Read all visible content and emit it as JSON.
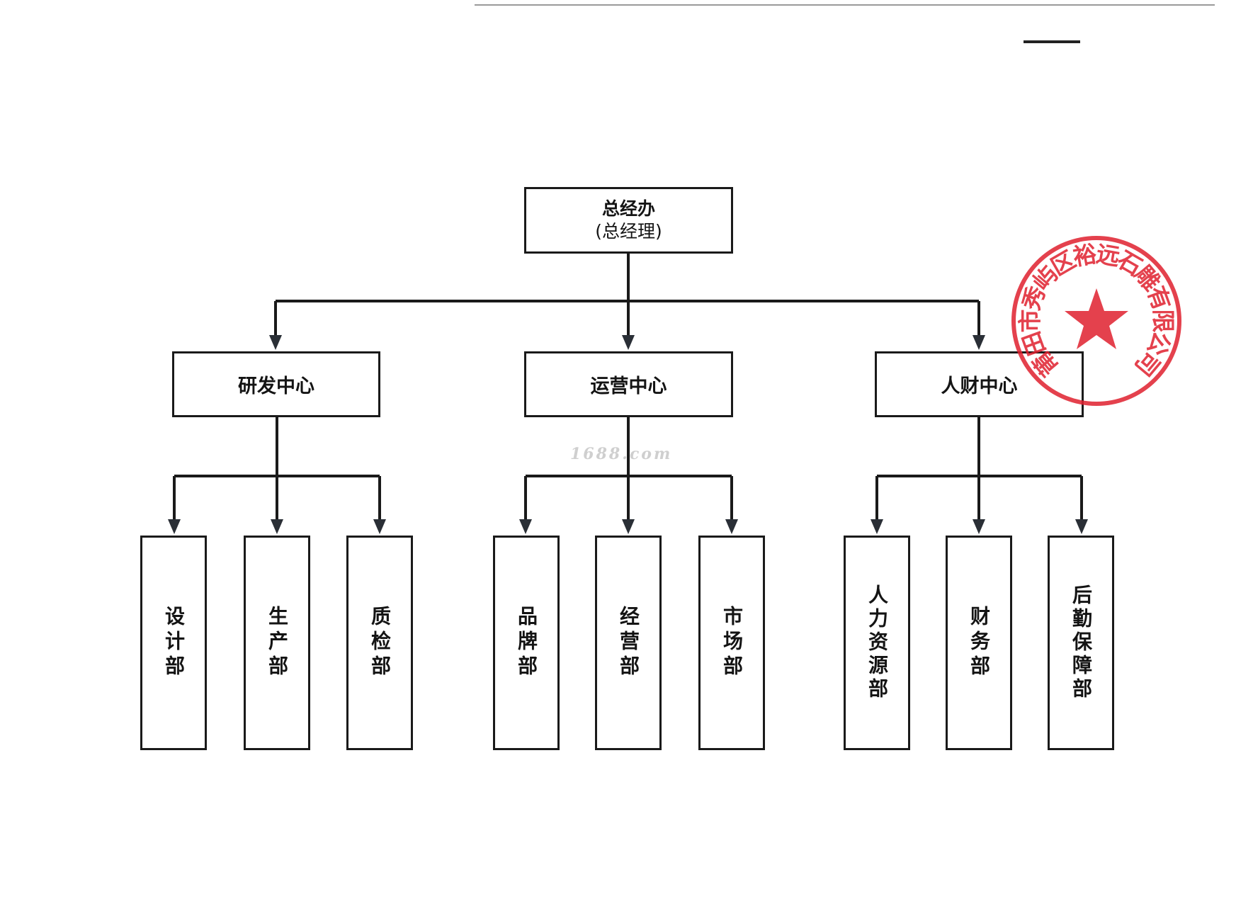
{
  "chart": {
    "root": {
      "title": "总经办",
      "subtitle": "(总经理)"
    },
    "centers": [
      {
        "label": "研发中心",
        "departments": [
          "设计部",
          "生产部",
          "质检部"
        ]
      },
      {
        "label": "运营中心",
        "departments": [
          "品牌部",
          "经营部",
          "市场部"
        ]
      },
      {
        "label": "人财中心",
        "departments": [
          "人力资源部",
          "财务部",
          "后勤保障部"
        ]
      }
    ]
  },
  "watermark": "1688.com",
  "seal": {
    "text": "莆田市秀屿区裕远石雕有限公司",
    "color": "#e0212e"
  }
}
